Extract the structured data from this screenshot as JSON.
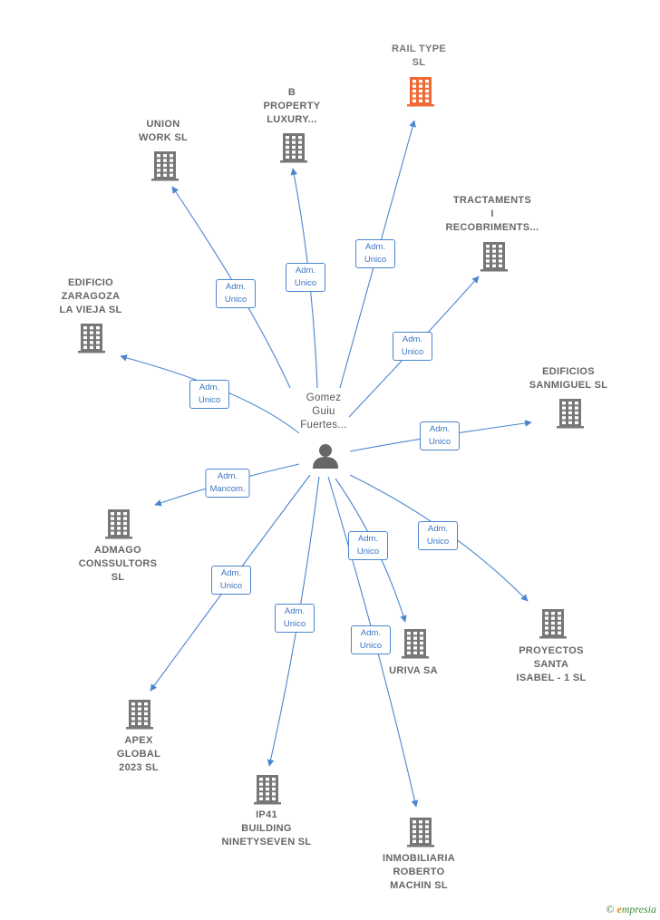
{
  "center": {
    "label": "Gomez\nGuiu\nFuertes..."
  },
  "colors": {
    "edge": "#4a86d0",
    "building": "#777777",
    "highlight": "#f06a35",
    "person": "#666666"
  },
  "icons": {
    "company": "building-icon",
    "person": "person-icon"
  },
  "nodes": [
    {
      "id": "rail-type-sl",
      "label": "RAIL TYPE\nSL",
      "highlight": true,
      "role": "Adm.\nUnico"
    },
    {
      "id": "b-property-luxury",
      "label": "B\nPROPERTY\nLUXURY...",
      "highlight": false,
      "role": "Adm.\nUnico"
    },
    {
      "id": "union-work-sl",
      "label": "UNION\nWORK  SL",
      "highlight": false,
      "role": "Adm.\nUnico"
    },
    {
      "id": "tractaments",
      "label": "TRACTAMENTS\nI\nRECOBRIMENTS...",
      "highlight": false,
      "role": "Adm.\nUnico"
    },
    {
      "id": "edificio-zaragoza",
      "label": "EDIFICIO\nZARAGOZA\nLA VIEJA SL",
      "highlight": false,
      "role": "Adm.\nUnico"
    },
    {
      "id": "edificios-sanmiguel",
      "label": "EDIFICIOS\nSANMIGUEL SL",
      "highlight": false,
      "role": "Adm.\nUnico"
    },
    {
      "id": "admago",
      "label": "ADMAGO\nCONSSULTORS\nSL",
      "highlight": false,
      "role": "Adm.\nMancom."
    },
    {
      "id": "proyectos-santa-isabel",
      "label": "PROYECTOS\nSANTA\nISABEL -  1 SL",
      "highlight": false,
      "role": "Adm.\nUnico"
    },
    {
      "id": "uriva-sa",
      "label": "URIVA SA",
      "highlight": false,
      "role": "Adm.\nUnico"
    },
    {
      "id": "apex-global",
      "label": "APEX\nGLOBAL\n2023  SL",
      "highlight": false,
      "role": "Adm.\nUnico"
    },
    {
      "id": "ip41-building",
      "label": "IP41\nBUILDING\nNINETYSEVEN SL",
      "highlight": false,
      "role": "Adm.\nUnico"
    },
    {
      "id": "inmobiliaria-roberto",
      "label": "INMOBILIARIA\nROBERTO\nMACHIN SL",
      "highlight": false,
      "role": "Adm.\nUnico"
    }
  ],
  "brand": {
    "copyright": "©",
    "text": "mpresia",
    "initial": "e"
  }
}
